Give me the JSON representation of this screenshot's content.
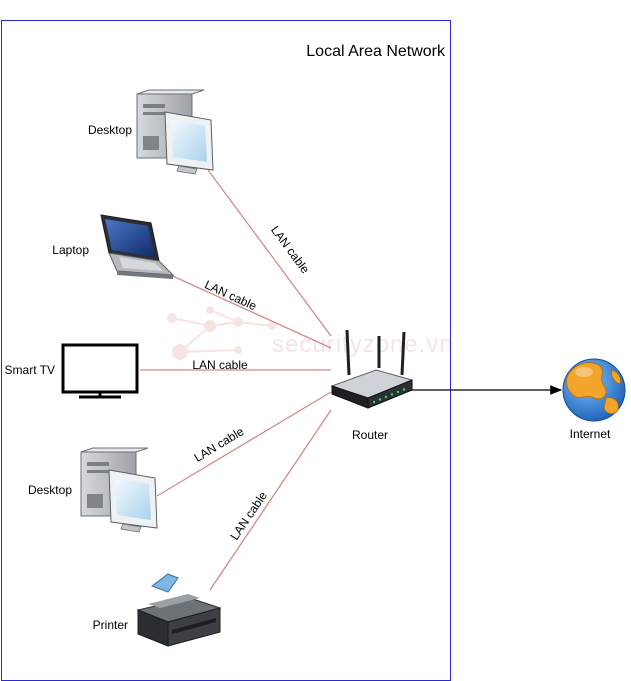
{
  "diagram": {
    "title": "Local Area Network",
    "watermark": "securityzone.vn",
    "nodes": {
      "desktop_top": {
        "label": "Desktop",
        "icon": "desktop-computer-icon"
      },
      "laptop": {
        "label": "Laptop",
        "icon": "laptop-icon"
      },
      "smart_tv": {
        "label": "Smart TV",
        "icon": "monitor-icon"
      },
      "desktop_bottom": {
        "label": "Desktop",
        "icon": "desktop-computer-icon"
      },
      "printer": {
        "label": "Printer",
        "icon": "printer-icon"
      },
      "router": {
        "label": "Router",
        "icon": "wireless-router-icon"
      },
      "internet": {
        "label": "Internet",
        "icon": "globe-icon"
      }
    },
    "edges": [
      {
        "from": "desktop_top",
        "to": "router",
        "label": "LAN cable"
      },
      {
        "from": "laptop",
        "to": "router",
        "label": "LAN cable"
      },
      {
        "from": "smart_tv",
        "to": "router",
        "label": "LAN cable"
      },
      {
        "from": "desktop_bottom",
        "to": "router",
        "label": "LAN cable"
      },
      {
        "from": "printer",
        "to": "router",
        "label": "LAN cable"
      },
      {
        "from": "router",
        "to": "internet",
        "label": ""
      }
    ],
    "colors": {
      "boundary": "#2a2ad4",
      "lan_cable": "#d08a8a",
      "arrow": "#000000"
    }
  }
}
